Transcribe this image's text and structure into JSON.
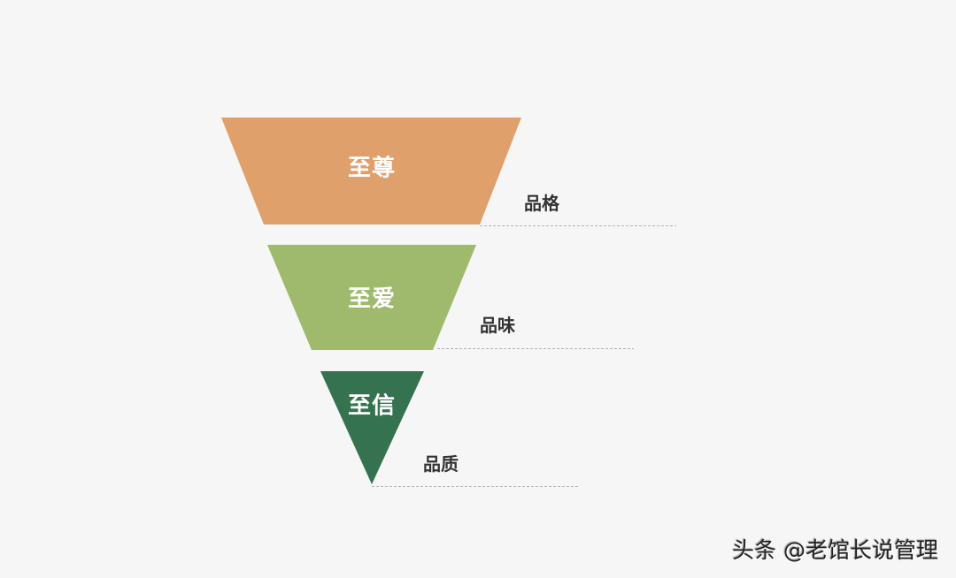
{
  "diagram": {
    "type": "inverted-funnel",
    "tiers": [
      {
        "label": "至尊",
        "side_label": "品格",
        "color": "#dfa06b"
      },
      {
        "label": "至爱",
        "side_label": "品味",
        "color": "#9fba6d"
      },
      {
        "label": "至信",
        "side_label": "品质",
        "color": "#357350"
      }
    ],
    "leader_line_color": "#b5b5b5",
    "background": "#f6f6f6"
  },
  "watermark": "头条 @老馆长说管理"
}
